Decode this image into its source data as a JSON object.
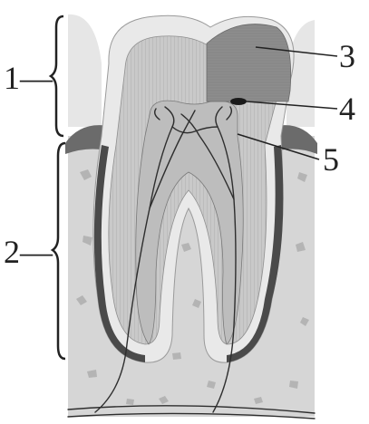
{
  "labels": {
    "crown": "1—",
    "root": "2—",
    "filling": "3",
    "pulp_exposure": "4",
    "pulp": "5"
  },
  "colors": {
    "bone": "#d6d6d6",
    "bone_speckle": "#b4b4b4",
    "enamel": "#e9e9e9",
    "dentin": "#c9c9c9",
    "pulp": "#bdbdbd",
    "filling": "#8d8d8d",
    "gum": "#6b6b6b",
    "nerve": "#2e2e2e",
    "ink": "#222222"
  }
}
